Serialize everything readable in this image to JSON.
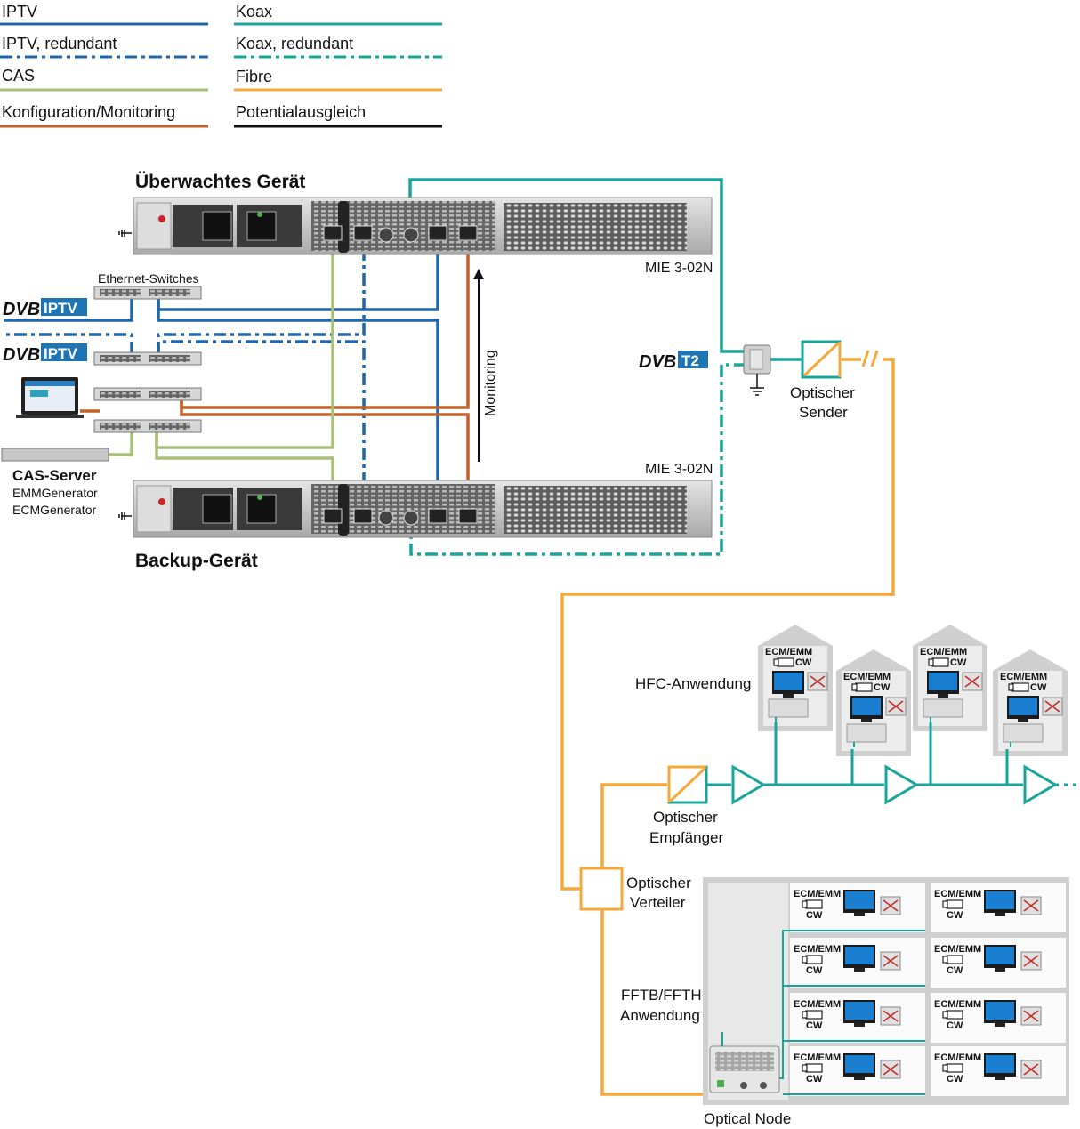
{
  "colors": {
    "iptv": "#2266a8",
    "koax": "#1aa59a",
    "cas": "#a8c078",
    "config": "#c0622a",
    "fibre": "#f4a93a",
    "ground": "#111111",
    "device_gray": "#c9c9c9",
    "house_gray": "#cfcfcf",
    "dvb_blue": "#1f74b3"
  },
  "legend": {
    "iptv": "IPTV",
    "iptv_redundant": "IPTV, redundant",
    "cas": "CAS",
    "config": "Konfiguration/Monitoring",
    "koax": "Koax",
    "koax_redundant": "Koax, redundant",
    "fibre": "Fibre",
    "ground": "Potentialausgleich"
  },
  "labels": {
    "monitored_device": "Überwachtes Gerät",
    "backup_device": "Backup-Gerät",
    "model_top": "MIE 3-02N",
    "model_bottom": "MIE 3-02N",
    "ethernet_switches": "Ethernet-Switches",
    "cas_server": "CAS-Server",
    "emm_generator": "EMMGenerator",
    "ecm_generator": "ECMGenerator",
    "monitoring": "Monitoring",
    "optical_sender_1": "Optischer",
    "optical_sender_2": "Sender",
    "optical_receiver_1": "Optischer",
    "optical_receiver_2": "Empfänger",
    "optical_splitter_1": "Optischer",
    "optical_splitter_2": "Verteiler",
    "hfc": "HFC-Anwendung",
    "fftb_1": "FFTB/FFTH-",
    "fftb_2": "Anwendung",
    "optical_node": "Optical Node",
    "ecm_emm": "ECM/EMM",
    "cw": "CW"
  },
  "logos": {
    "dvb_iptv_1_left": "DVB",
    "dvb_iptv_1_right": "IPTV",
    "dvb_iptv_2_left": "DVB",
    "dvb_iptv_2_right": "IPTV",
    "dvb_t2_left": "DVB",
    "dvb_t2_right": "T2"
  }
}
